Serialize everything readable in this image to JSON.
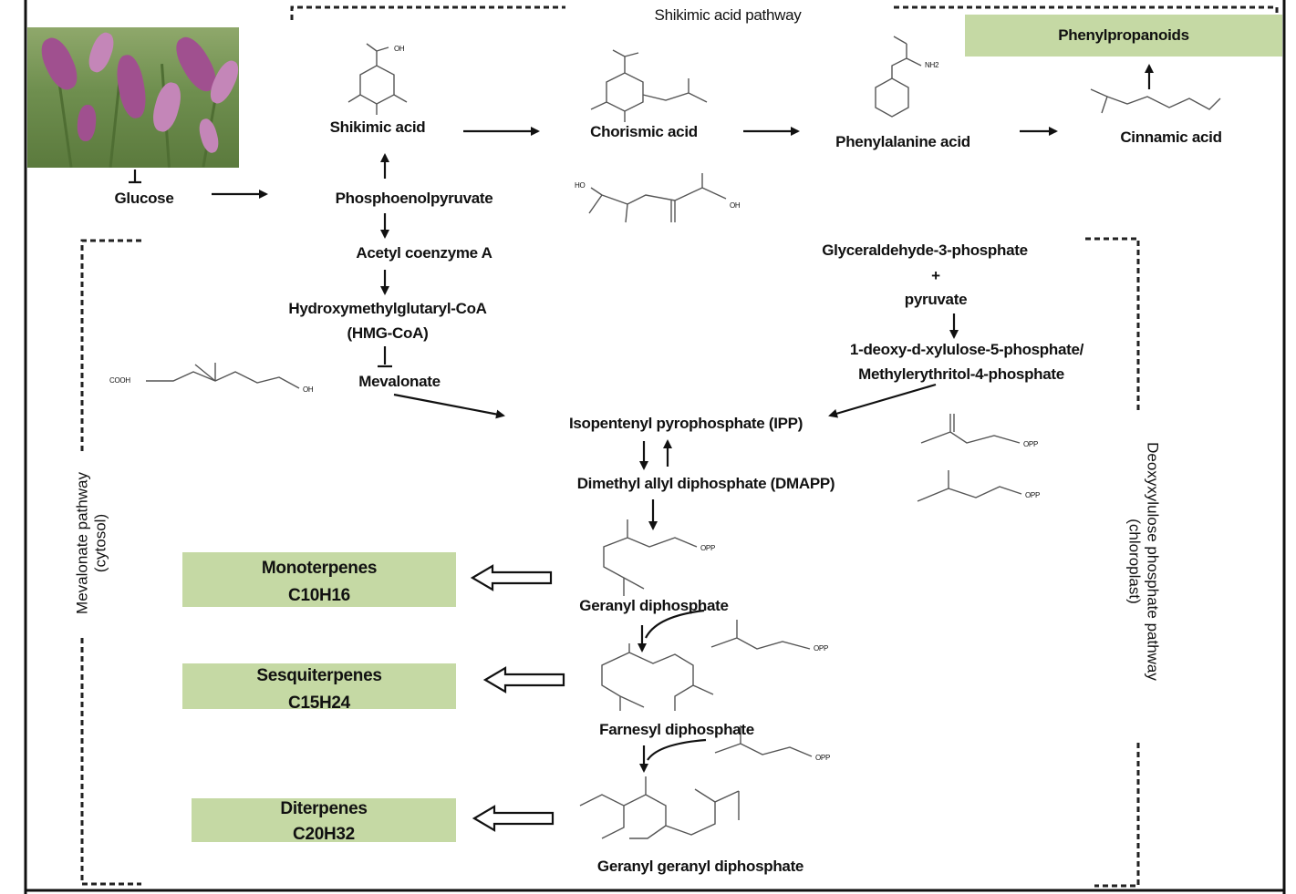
{
  "photo": {
    "name": "lavender-photo"
  },
  "top_pathway_label": "Shikimic acid pathway",
  "left_pathway_label": {
    "line1": "Mevalonate pathway",
    "line2": "(cytosol)"
  },
  "right_pathway_label": {
    "line1": "Deoxyxylulose phosphate pathway",
    "line2": "(chloroplast)"
  },
  "shikimic": {
    "shikimic_acid": "Shikimic acid",
    "chorismic_acid": "Chorismic acid",
    "phenylalanine_acid": "Phenylalanine acid",
    "cinnamic_acid": "Cinnamic acid",
    "phenylpropanoids": "Phenylpropanoids"
  },
  "glucose": "Glucose",
  "phosphoenolpyruvate": "Phosphoenolpyruvate",
  "mevalonate_branch": {
    "acetyl_coa": "Acetyl coenzyme A",
    "hmg_coa_line1": "Hydroxymethylglutaryl-CoA",
    "hmg_coa_line2": "(HMG-CoA)",
    "mevalonate": "Mevalonate"
  },
  "dxp_branch": {
    "g3p": "Glyceraldehyde-3-phosphate",
    "plus": "+",
    "pyruvate": "pyruvate",
    "dxp_line1": "1-deoxy-d-xylulose-5-phosphate/",
    "dxp_line2": "Methylerythritol-4-phosphate"
  },
  "ipp": "Isopentenyl pyrophosphate  (IPP)",
  "dmapp": "Dimethyl allyl diphosphate (DMAPP)",
  "gpp": "Geranyl diphosphate",
  "fpp": "Farnesyl diphosphate",
  "ggpp": "Geranyl geranyl diphosphate",
  "products": [
    {
      "name": "Monoterpenes",
      "formula": "C10H16"
    },
    {
      "name": "Sesquiterpenes",
      "formula": "C15H24"
    },
    {
      "name": "Diterpenes",
      "formula": "C20H32"
    }
  ],
  "structure_labels": {
    "oh": "OH",
    "ho": "HO",
    "cooh": "COOH",
    "opp": "OPP",
    "nh2": "NH2"
  },
  "colors": {
    "box_fill": "#c5d9a4",
    "line": "#111111"
  }
}
